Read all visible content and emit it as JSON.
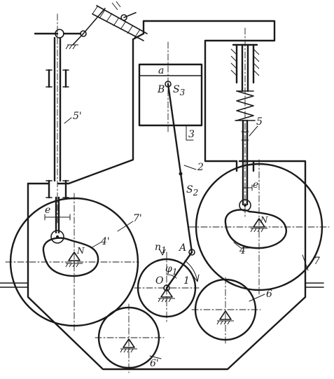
{
  "labels": {
    "a": "a",
    "b": "B",
    "s3": "S",
    "s3_sub": "3",
    "n3": "3",
    "n2": "2",
    "s2": "S",
    "s2_sub": "2",
    "n5prime": "5'",
    "n5": "5",
    "e_left": "e",
    "e_right": "e",
    "n7prime": "7'",
    "n4prime": "4'",
    "n_left": "N",
    "n_right": "N",
    "n4": "4",
    "n7": "7",
    "n1": "n",
    "n1_sub": "1",
    "a_point": "A",
    "phi": "φ",
    "phi_sub": "1",
    "o_point": "O",
    "n1_link": "1",
    "n6": "6",
    "n6prime": "6'"
  }
}
